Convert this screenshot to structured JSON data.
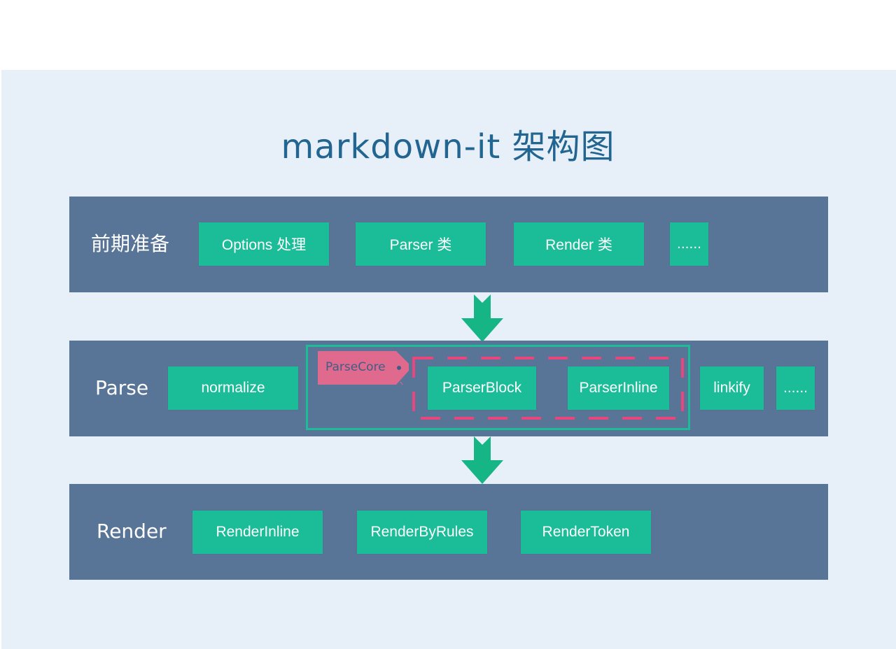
{
  "title": "markdown-it 架构图",
  "colors": {
    "background": "#e7eff9",
    "band": "#587497",
    "box": "#1bbc98",
    "title": "#226590",
    "tag": "#e06a8e",
    "dashed": "#e8467d",
    "arrow": "#16b586"
  },
  "stages": [
    {
      "label": "前期准备",
      "items": [
        "Options 处理",
        "Parser 类",
        "Render 类",
        "......"
      ]
    },
    {
      "label": "Parse",
      "items": [
        "normalize",
        "ParserBlock",
        "ParserInline",
        "linkify",
        "......"
      ],
      "group_tag": "ParseCore"
    },
    {
      "label": "Render",
      "items": [
        "RenderInline",
        "RenderByRules",
        "RenderToken"
      ]
    }
  ],
  "arrows": [
    {
      "from": "前期准备",
      "to": "Parse",
      "icon": "down-arrow-icon"
    },
    {
      "from": "Parse",
      "to": "Render",
      "icon": "down-arrow-icon"
    }
  ]
}
